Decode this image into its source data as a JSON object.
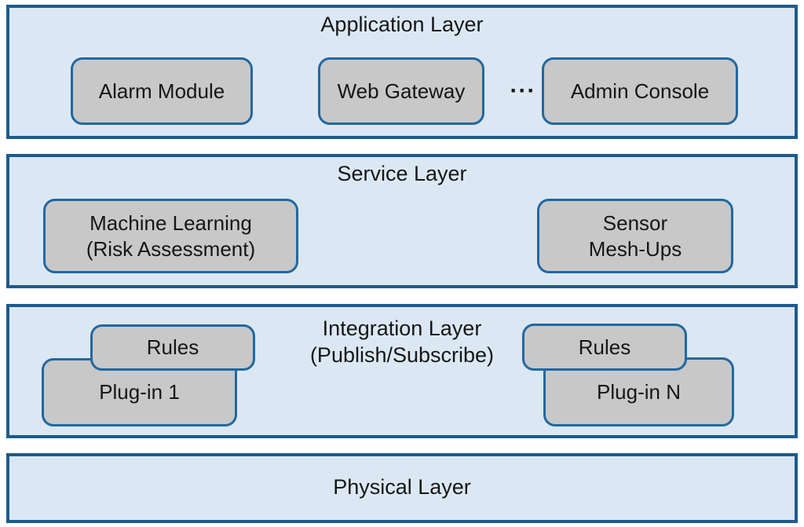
{
  "colors": {
    "page_background": "#ffffff",
    "layer_fill": "#dbe8f4",
    "layer_border": "#1e5b8c",
    "module_fill": "#c8c8c8",
    "module_border": "#2268a0",
    "text": "#161616"
  },
  "app_layer": {
    "title": "Application Layer",
    "alarm_module": "Alarm Module",
    "web_gateway": "Web Gateway",
    "ellipsis": "···",
    "admin_console": "Admin Console"
  },
  "service_layer": {
    "title": "Service Layer",
    "machine_learning_line1": "Machine Learning",
    "machine_learning_line2": "(Risk Assessment)",
    "sensor_line1": "Sensor",
    "sensor_line2": "Mesh-Ups"
  },
  "integration_layer": {
    "title_line1": "Integration Layer",
    "title_line2": "(Publish/Subscribe)",
    "rules_left": "Rules",
    "plugin_1": "Plug-in 1",
    "rules_right": "Rules",
    "plugin_n": "Plug-in N"
  },
  "physical_layer": {
    "title": "Physical Layer"
  }
}
